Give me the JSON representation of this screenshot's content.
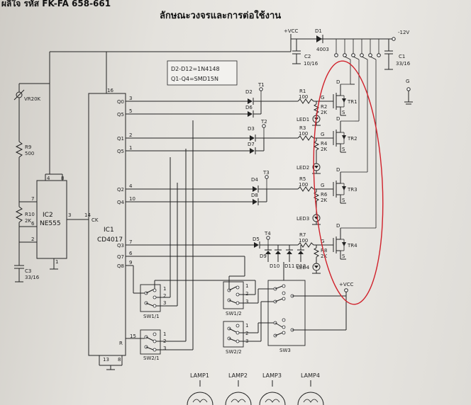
{
  "header": {
    "line": "ผลิใจ รหัส FK-FA 658-661",
    "title": "ลักษณะวงจรและการต่อใช้งาน"
  },
  "note": {
    "line1": "D2-D12=1N4148",
    "line2": "Q1-Q4=SMD15N"
  },
  "power": {
    "vcc_top": "+VCC",
    "vcc_sw3": "+VCC",
    "neg12": "-12V",
    "d1": "D1",
    "d1_part": "4003",
    "c2": "C2",
    "c2_val": "10/16",
    "c1": "C1",
    "c1_val": "33/16",
    "g_term": "G"
  },
  "timer": {
    "vr": "VR20K",
    "r9": "R9",
    "r9_val": "500",
    "r10": "R10",
    "r10_val": "2K",
    "c3": "C3",
    "c3_val": "33/16",
    "ic_name": "IC2",
    "ic_part": "NE555",
    "pin4": "4",
    "pin8": "8",
    "pin7": "7",
    "pin6": "6",
    "pin2": "2",
    "pin3": "3",
    "pin1": "1"
  },
  "counter": {
    "ic_name": "IC1",
    "ic_part": "CD4017",
    "pin16": "16",
    "pin14": "14",
    "ck": "CK",
    "r": "R",
    "pin15": "15",
    "pin13": "13",
    "pin8": "8",
    "outputs": [
      {
        "q": "Q0",
        "pin": "3"
      },
      {
        "q": "Q5",
        "pin": "5"
      },
      {
        "q": "Q1",
        "pin": "2"
      },
      {
        "q": "Q5",
        "pin": "1"
      },
      {
        "q": "Q2",
        "pin": "4"
      },
      {
        "q": "Q4",
        "pin": "10"
      },
      {
        "q": "Q3",
        "pin": "7"
      },
      {
        "q": "Q7",
        "pin": "6"
      },
      {
        "q": "Q8",
        "pin": "9"
      }
    ]
  },
  "diodes": {
    "d2": "D2",
    "d6": "D6",
    "d3": "D3",
    "d7": "D7",
    "d4": "D4",
    "d8": "D8",
    "d5": "D5",
    "d9": "D9",
    "d10": "D10",
    "d11": "D11",
    "d12": "D12"
  },
  "test_points": [
    "T1",
    "T2",
    "T3",
    "T4"
  ],
  "drivers": [
    {
      "r_in": "R1",
      "r_in_val": "100",
      "r_led": "R2",
      "r_led_val": "2K",
      "led": "LED1",
      "tr": "TR1"
    },
    {
      "r_in": "R3",
      "r_in_val": "100",
      "r_led": "R4",
      "r_led_val": "2K",
      "led": "LED2",
      "tr": "TR2"
    },
    {
      "r_in": "R5",
      "r_in_val": "100",
      "r_led": "R6",
      "r_led_val": "2K",
      "led": "LED3",
      "tr": "TR3"
    },
    {
      "r_in": "R7",
      "r_in_val": "100",
      "r_led": "R8",
      "r_led_val": "2K",
      "led": "LED4",
      "tr": "TR4"
    }
  ],
  "fet_pins": {
    "g": "G",
    "d": "D",
    "s": "S"
  },
  "switches": {
    "sw1_1": "SW1/1",
    "sw1_2": "SW1/2",
    "sw2_1": "SW2/1",
    "sw2_2": "SW2/2",
    "sw3": "SW3",
    "pos1": "1",
    "pos2": "2",
    "pos3": "3"
  },
  "lamps": [
    "LAMP1",
    "LAMP2",
    "LAMP3",
    "LAMP4"
  ],
  "colors": {
    "highlight": "#d0202a",
    "ink": "#222222"
  }
}
